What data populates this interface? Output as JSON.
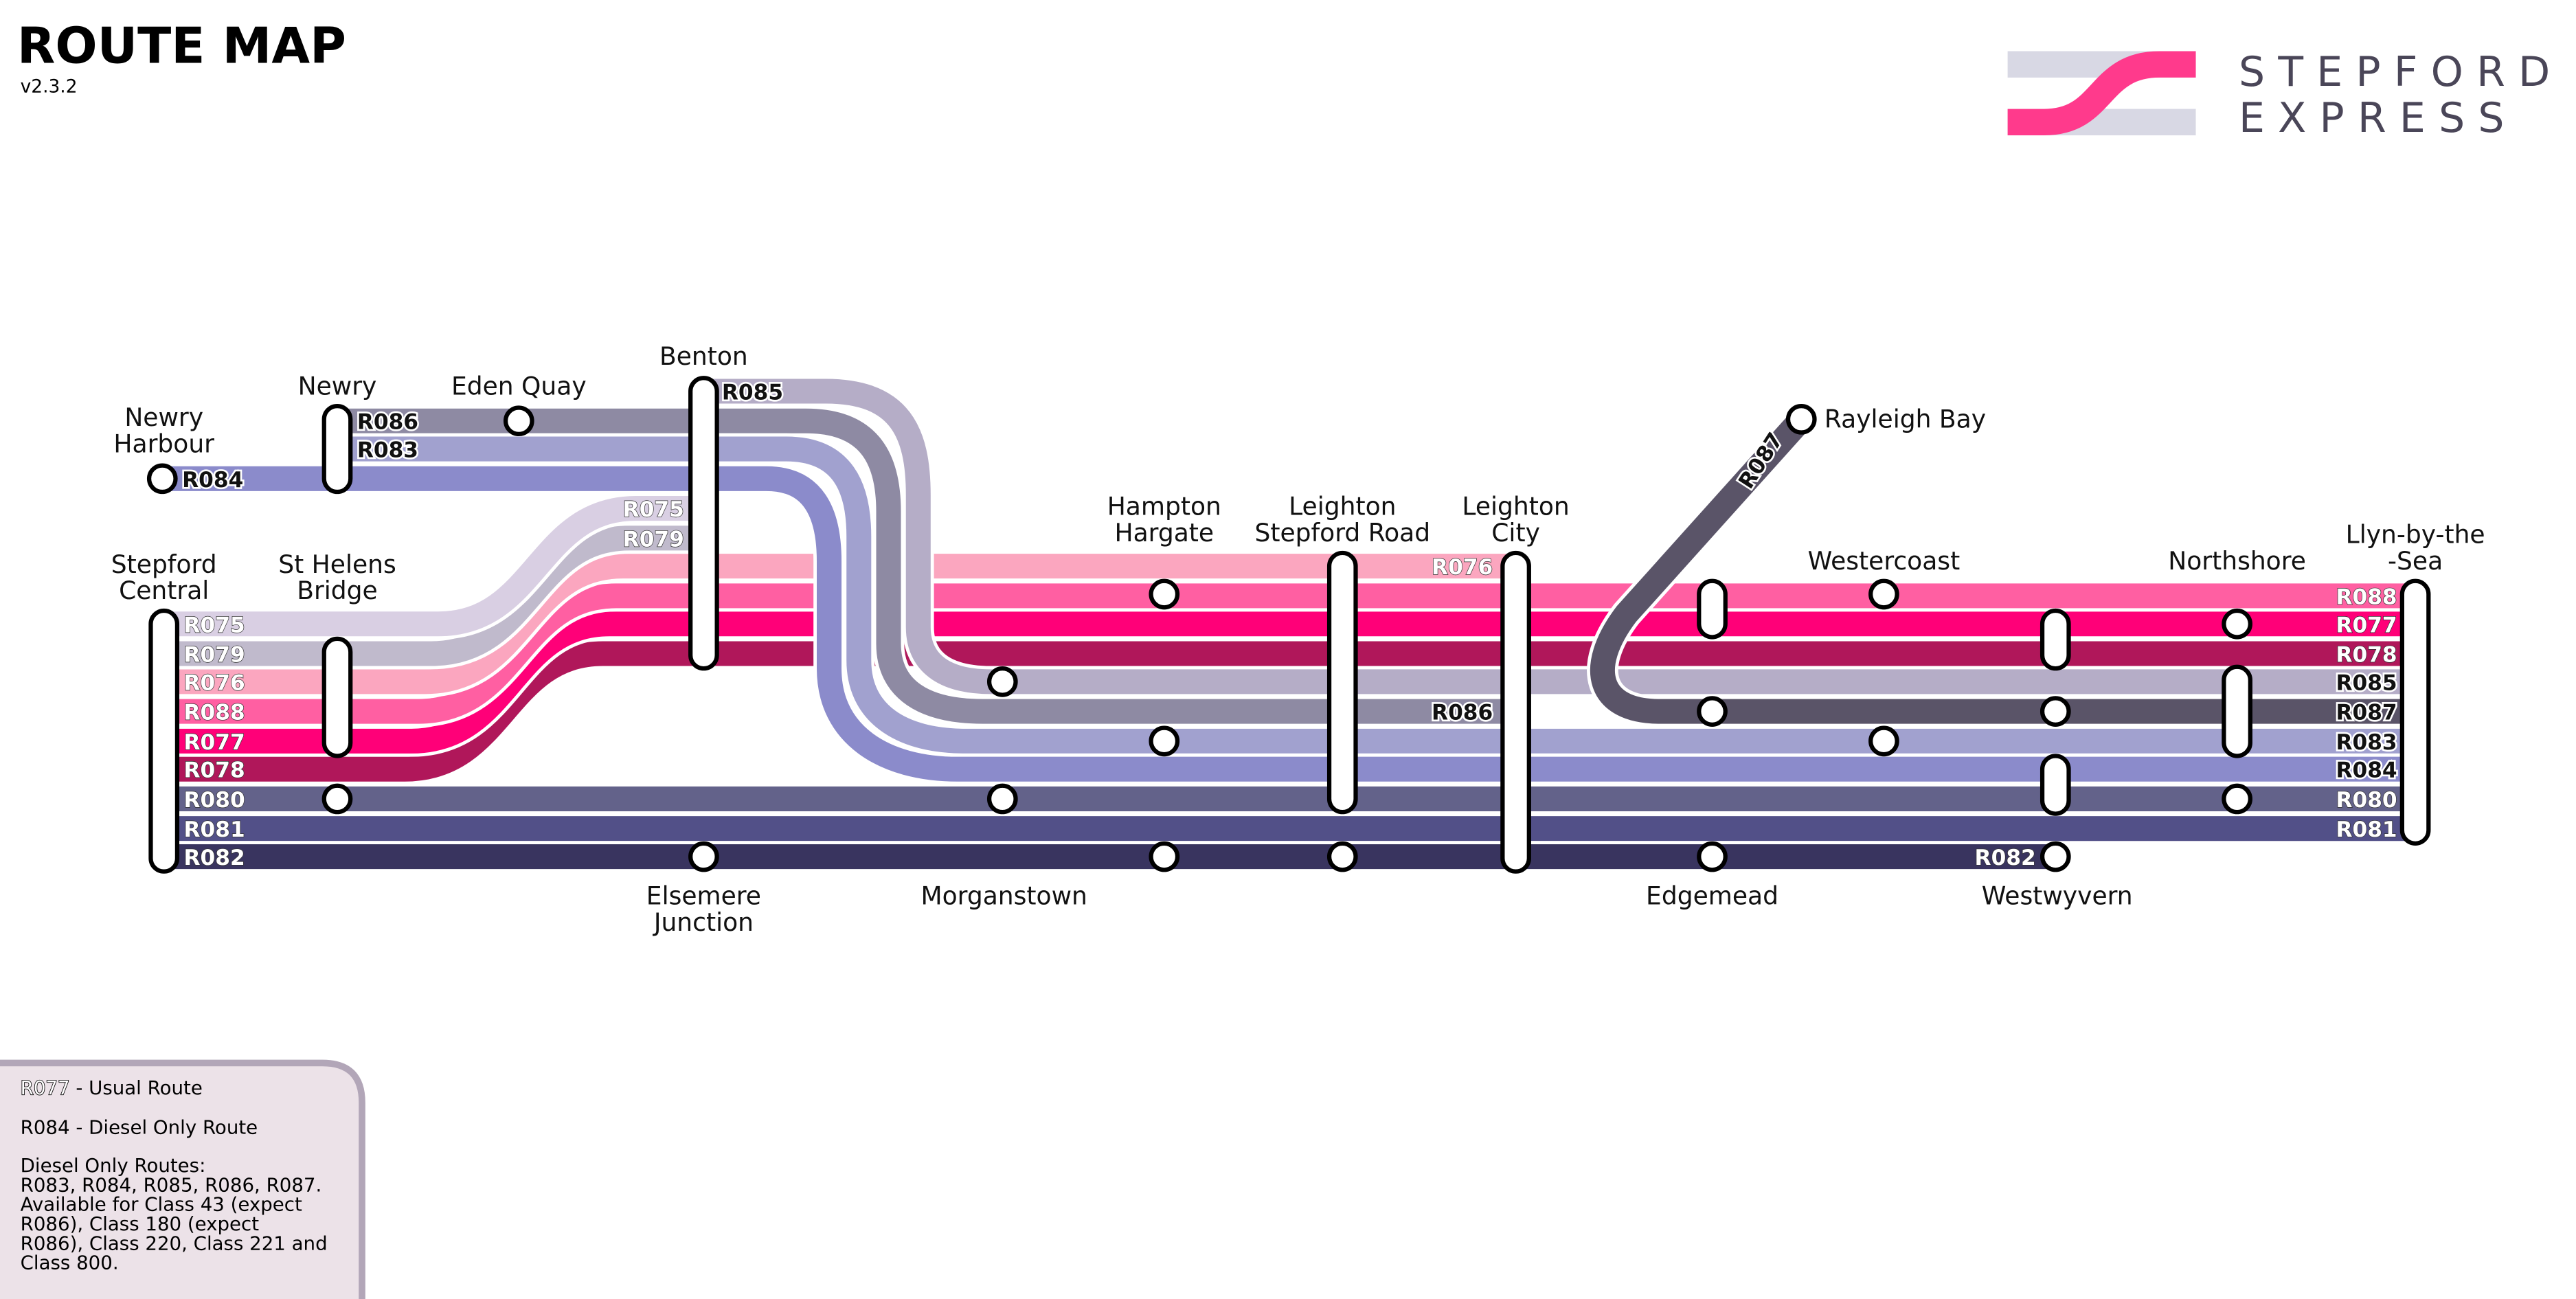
{
  "header": {
    "title": "ROUTE MAP",
    "version": "v2.3.2"
  },
  "brand": {
    "line1": "STEPFORD",
    "line2": "EXPRESS",
    "accent": "#ff3a8c",
    "bar": "#d8d8e4",
    "text_color": "#4a4658"
  },
  "routes": {
    "R075": {
      "code": "R075",
      "color": "#d9cfe3"
    },
    "R079": {
      "code": "R079",
      "color": "#c0bacc"
    },
    "R076": {
      "code": "R076",
      "color": "#fba6bf"
    },
    "R088": {
      "code": "R088",
      "color": "#ff5fa2"
    },
    "R077": {
      "code": "R077",
      "color": "#ff0078"
    },
    "R078": {
      "code": "R078",
      "color": "#b0175a"
    },
    "R080": {
      "code": "R080",
      "color": "#63628a"
    },
    "R081": {
      "code": "R081",
      "color": "#525088"
    },
    "R082": {
      "code": "R082",
      "color": "#39345f"
    },
    "R083": {
      "code": "R083",
      "color": "#a1a1cf"
    },
    "R084": {
      "code": "R084",
      "color": "#8b8bcb"
    },
    "R085": {
      "code": "R085",
      "color": "#b5adc7"
    },
    "R086": {
      "code": "R086",
      "color": "#8e8aa3"
    },
    "R087": {
      "code": "R087",
      "color": "#5a5468"
    }
  },
  "stations": {
    "newry_harbour": [
      "Newry",
      "Harbour"
    ],
    "newry": [
      "Newry"
    ],
    "eden_quay": [
      "Eden Quay"
    ],
    "benton": [
      "Benton"
    ],
    "stepford_central": [
      "Stepford",
      "Central"
    ],
    "st_helens_bridge": [
      "St Helens",
      "Bridge"
    ],
    "elsemere_junction": [
      "Elsemere",
      "Junction"
    ],
    "morganstown": [
      "Morganstown"
    ],
    "hampton_hargate": [
      "Hampton",
      "Hargate"
    ],
    "leighton_stepford_road": [
      "Leighton",
      "Stepford Road"
    ],
    "leighton_city": [
      "Leighton",
      "City"
    ],
    "rayleigh_bay": [
      "Rayleigh Bay"
    ],
    "westercoast": [
      "Westercoast"
    ],
    "edgemead": [
      "Edgemead"
    ],
    "westwyvern": [
      "Westwyvern"
    ],
    "northshore": [
      "Northshore"
    ],
    "llyn_by_the_sea": [
      "Llyn-by-the",
      "-Sea"
    ]
  },
  "legend": {
    "usual_code": "R077",
    "usual_text": " - Usual Route",
    "diesel_code": "R084",
    "diesel_text": " - Diesel Only Route",
    "notes": [
      "Diesel Only Routes:",
      "R083, R084, R085, R086, R087.",
      "Available for Class 43 (expect",
      "R086), Class 180 (expect",
      "R086), Class 220, Class 221 and",
      "Class 800."
    ],
    "background": "#ece2e8",
    "border": "#b2a6b8"
  }
}
